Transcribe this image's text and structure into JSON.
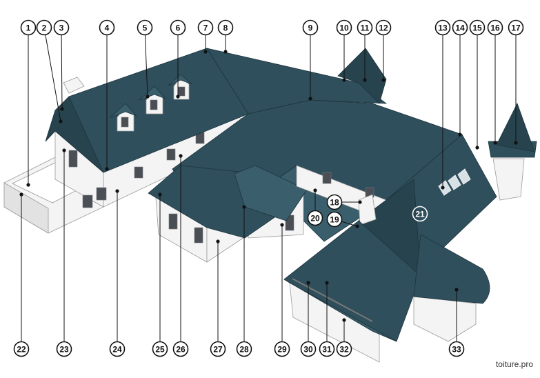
{
  "watermark": "toiture.pro",
  "labels": [
    "1",
    "2",
    "3",
    "4",
    "5",
    "6",
    "7",
    "8",
    "9",
    "10",
    "11",
    "12",
    "13",
    "14",
    "15",
    "16",
    "17",
    "18",
    "19",
    "20",
    "21",
    "22",
    "23",
    "24",
    "25",
    "26",
    "27",
    "28",
    "29",
    "30",
    "31",
    "32",
    "33"
  ],
  "colors": {
    "roof": "#2f4f5c",
    "wall": "#f4f4f4",
    "label_stroke": "#111111"
  }
}
